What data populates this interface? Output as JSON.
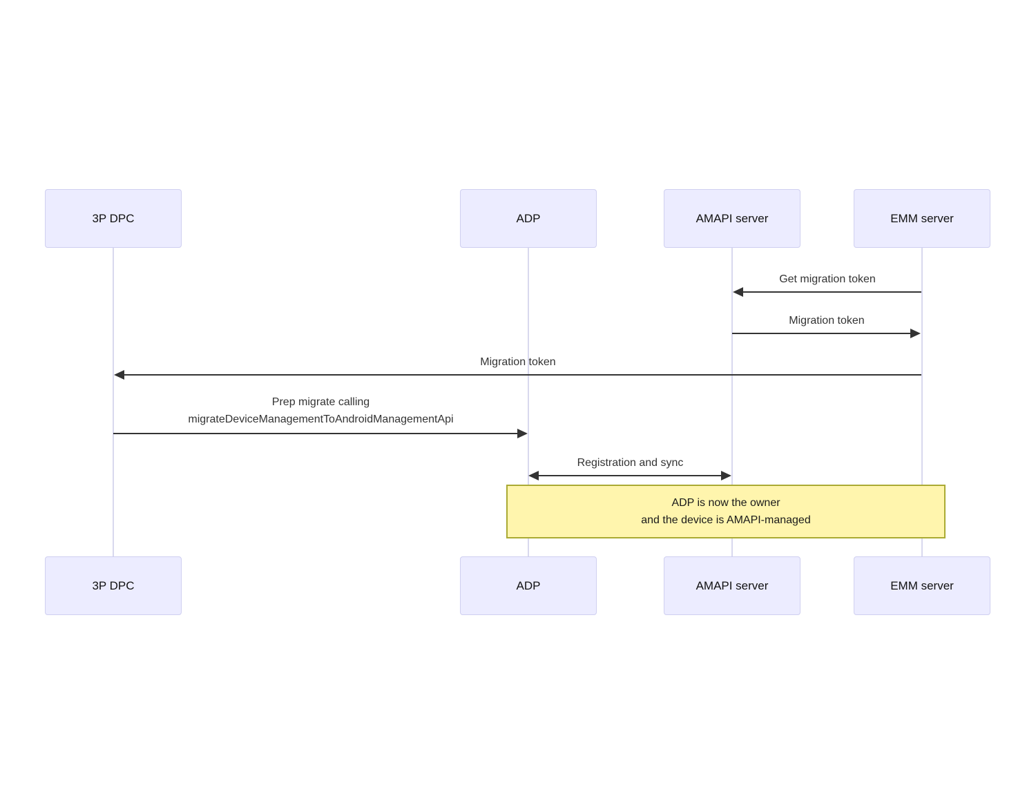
{
  "diagram": {
    "kind": "sequence-diagram",
    "actors": [
      {
        "label": "3P DPC"
      },
      {
        "label": "ADP"
      },
      {
        "label": "AMAPI server"
      },
      {
        "label": "EMM server"
      }
    ],
    "messages": [
      {
        "label": "Get migration token",
        "from": "EMM server",
        "to": "AMAPI server",
        "arrow": "left"
      },
      {
        "label": "Migration token",
        "from": "AMAPI server",
        "to": "EMM server",
        "arrow": "right"
      },
      {
        "label": "Migration token",
        "from": "EMM server",
        "to": "3P DPC",
        "arrow": "left"
      },
      {
        "line1": "Prep migrate calling",
        "line2": "migrateDeviceManagementToAndroidManagementApi",
        "from": "3P DPC",
        "to": "ADP",
        "arrow": "right"
      },
      {
        "label": "Registration and sync",
        "from": "ADP",
        "to": "AMAPI server",
        "arrow": "both"
      }
    ],
    "note": {
      "line1": "ADP is now the owner",
      "line2": "and the device is AMAPI-managed",
      "spans": "ADP to EMM server"
    },
    "colors": {
      "actor_fill": "#ECECFF",
      "actor_border": "#CFCFF0",
      "lifeline": "#D8D8EE",
      "arrow": "#333333",
      "note_fill": "#FFF5AD",
      "note_border": "#AAAA33"
    }
  }
}
